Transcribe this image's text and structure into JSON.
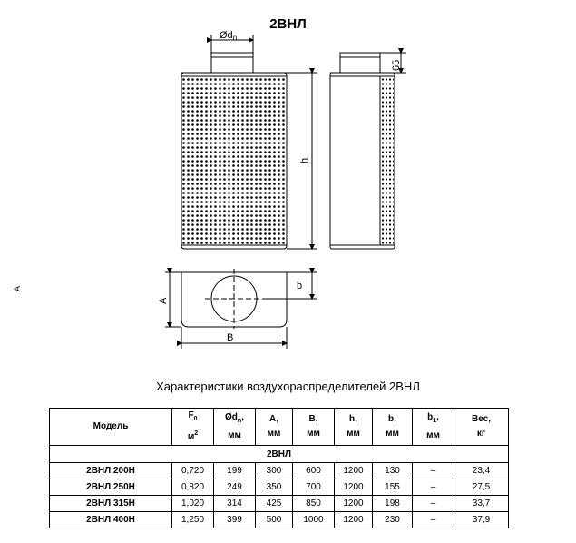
{
  "title": "2ВНЛ",
  "drawing": {
    "dim_dn": "Ød",
    "dim_dn_sub": "n",
    "dim_h": "h",
    "dim_65": "65",
    "dim_A": "A",
    "dim_b": "b",
    "dim_B": "B",
    "side_mark": "A"
  },
  "caption": "Характеристики воздухораспределителей 2ВНЛ",
  "table": {
    "headers": [
      {
        "top": "Модель",
        "unit": ""
      },
      {
        "top": "F",
        "sub": "0",
        "unit": "м",
        "unit_sup": "2"
      },
      {
        "top": "Ød",
        "sub": "n",
        "top_suffix": ",",
        "unit": "мм"
      },
      {
        "top": "A,",
        "unit": "мм"
      },
      {
        "top": "B,",
        "unit": "мм"
      },
      {
        "top": "h,",
        "unit": "мм"
      },
      {
        "top": "b,",
        "unit": "мм"
      },
      {
        "top": "b",
        "sub": "1",
        "top_suffix": ",",
        "unit": "мм"
      },
      {
        "top": "Вес,",
        "unit": "кг"
      }
    ],
    "group_label": "2ВНЛ",
    "rows": [
      {
        "model": "2ВНЛ 200Н",
        "f0": "0,720",
        "dn": "199",
        "a": "300",
        "b_big": "600",
        "h": "1200",
        "b": "130",
        "b1": "–",
        "weight": "23,4"
      },
      {
        "model": "2ВНЛ 250Н",
        "f0": "0,820",
        "dn": "249",
        "a": "350",
        "b_big": "700",
        "h": "1200",
        "b": "155",
        "b1": "–",
        "weight": "27,5"
      },
      {
        "model": "2ВНЛ 315Н",
        "f0": "1,020",
        "dn": "314",
        "a": "425",
        "b_big": "850",
        "h": "1200",
        "b": "198",
        "b1": "–",
        "weight": "33,7"
      },
      {
        "model": "2ВНЛ 400Н",
        "f0": "1,250",
        "dn": "399",
        "a": "500",
        "b_big": "1000",
        "h": "1200",
        "b": "230",
        "b1": "–",
        "weight": "37,9"
      }
    ]
  }
}
